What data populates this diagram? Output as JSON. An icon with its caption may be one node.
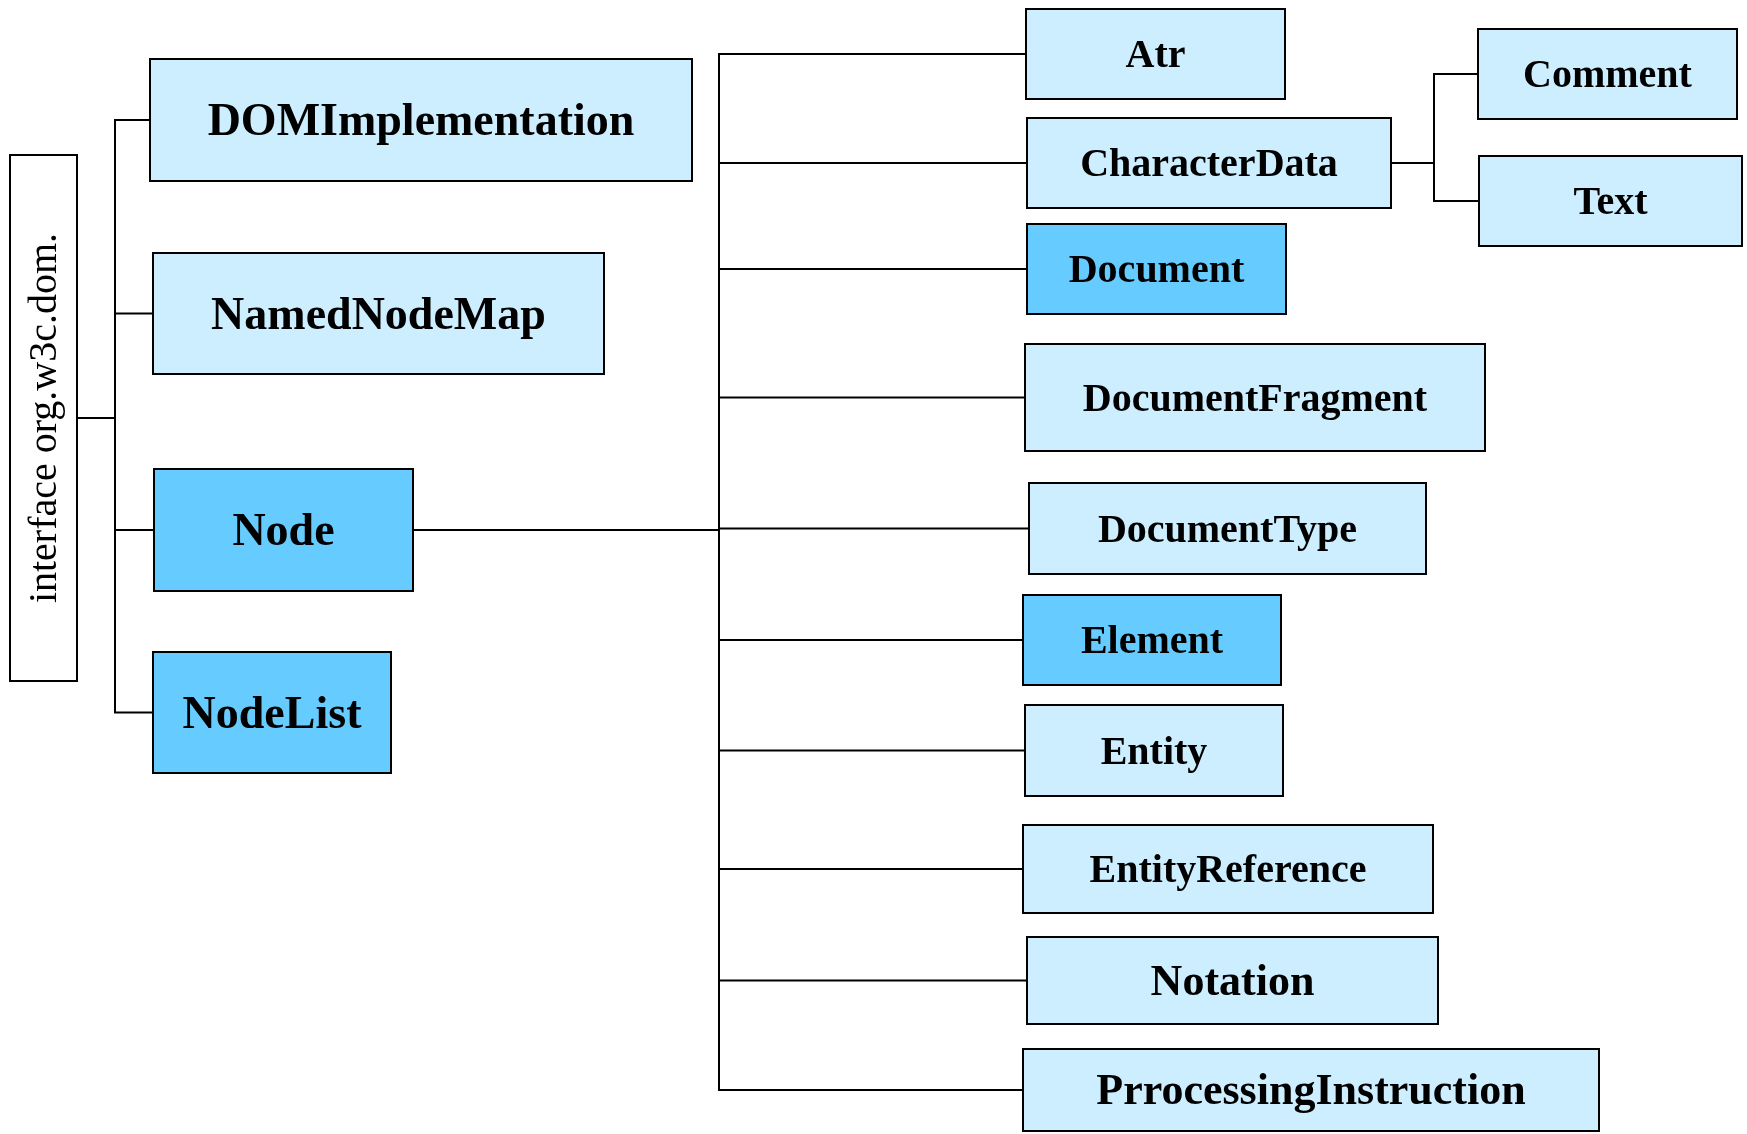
{
  "diagram": {
    "nodes": [
      {
        "text": [
          "interface org.w3c.dom."
        ]
      },
      {
        "text": [
          "DOMImplementation"
        ]
      },
      {
        "text": [
          "NamedNodeMap"
        ]
      },
      {
        "text": [
          "Node"
        ]
      },
      {
        "text": [
          "NodeList"
        ]
      },
      {
        "text": [
          "Atr"
        ]
      },
      {
        "text": [
          "CharacterData"
        ]
      },
      {
        "text": [
          "Comment"
        ]
      },
      {
        "text": [
          "Text"
        ]
      },
      {
        "text": [
          "Document"
        ]
      },
      {
        "text": [
          "DocumentFragment"
        ]
      },
      {
        "text": [
          "DocumentType"
        ]
      },
      {
        "text": [
          "Element"
        ]
      },
      {
        "text": [
          "Entity"
        ]
      },
      {
        "text": [
          "EntityReference"
        ]
      },
      {
        "text": [
          "Notation"
        ]
      },
      {
        "text": [
          "PrrocessingInstruction"
        ]
      }
    ],
    "edges": [
      {
        "from": 0,
        "to": 1,
        "arrow": "none"
      },
      {
        "from": 0,
        "to": 2,
        "arrow": "none"
      },
      {
        "from": 0,
        "to": 3,
        "arrow": "none"
      },
      {
        "from": 0,
        "to": 4,
        "arrow": "none"
      },
      {
        "from": 3,
        "to": 5,
        "arrow": "none"
      },
      {
        "from": 3,
        "to": 6,
        "arrow": "none"
      },
      {
        "from": 6,
        "to": 7,
        "arrow": "none"
      },
      {
        "from": 6,
        "to": 8,
        "arrow": "none"
      },
      {
        "from": 3,
        "to": 9,
        "arrow": "none"
      },
      {
        "from": 3,
        "to": 10,
        "arrow": "none"
      },
      {
        "from": 3,
        "to": 11,
        "arrow": "none"
      },
      {
        "from": 3,
        "to": 12,
        "arrow": "none"
      },
      {
        "from": 3,
        "to": 13,
        "arrow": "none"
      },
      {
        "from": 3,
        "to": 14,
        "arrow": "none"
      },
      {
        "from": 3,
        "to": 15,
        "arrow": "none"
      },
      {
        "from": 3,
        "to": 16,
        "arrow": "none"
      }
    ]
  }
}
